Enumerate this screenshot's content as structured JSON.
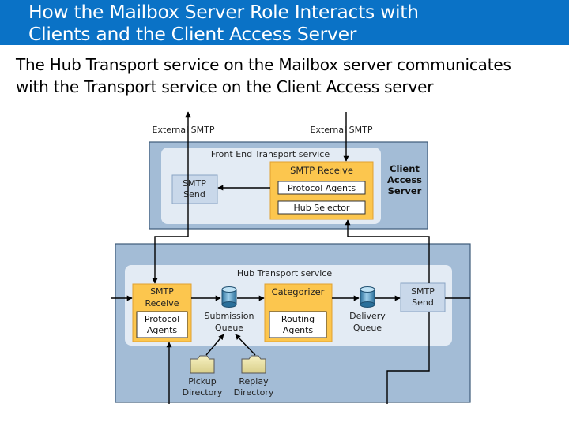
{
  "slide": {
    "title_lines": [
      "How the Mailbox Server Role Interacts with",
      "Clients and the Client Access Server"
    ],
    "body_lines": [
      "The Hub Transport service on the Mailbox server communicates",
      "with the Transport service on the Client Access server"
    ]
  },
  "colors": {
    "title_bar": "#0a72c6",
    "server_box": "#a3bcd6",
    "service_panel": "#e3ebf4",
    "component_orange": "#fcc64e",
    "component_orange_border": "#e0a030",
    "smtp_send_box": "#c9d8ea"
  },
  "diagram": {
    "external_smtp_out": "External SMTP",
    "external_smtp_in": "External SMTP",
    "cas": {
      "server_label": [
        "Client",
        "Access",
        "Server"
      ],
      "service_label": "Front End Transport service",
      "smtp_send": [
        "SMTP",
        "Send"
      ],
      "smtp_receive": "SMTP Receive",
      "protocol_agents": "Protocol Agents",
      "hub_selector": "Hub Selector"
    },
    "mailbox": {
      "service_label": "Hub Transport service",
      "smtp_receive": [
        "SMTP",
        "Receive"
      ],
      "protocol_agents": [
        "Protocol",
        "Agents"
      ],
      "submission_queue": [
        "Submission",
        "Queue"
      ],
      "categorizer": "Categorizer",
      "routing_agents": [
        "Routing",
        "Agents"
      ],
      "delivery_queue": [
        "Delivery",
        "Queue"
      ],
      "smtp_send": [
        "SMTP",
        "Send"
      ],
      "pickup_directory": [
        "Pickup",
        "Directory"
      ],
      "replay_directory": [
        "Replay",
        "Directory"
      ]
    }
  }
}
